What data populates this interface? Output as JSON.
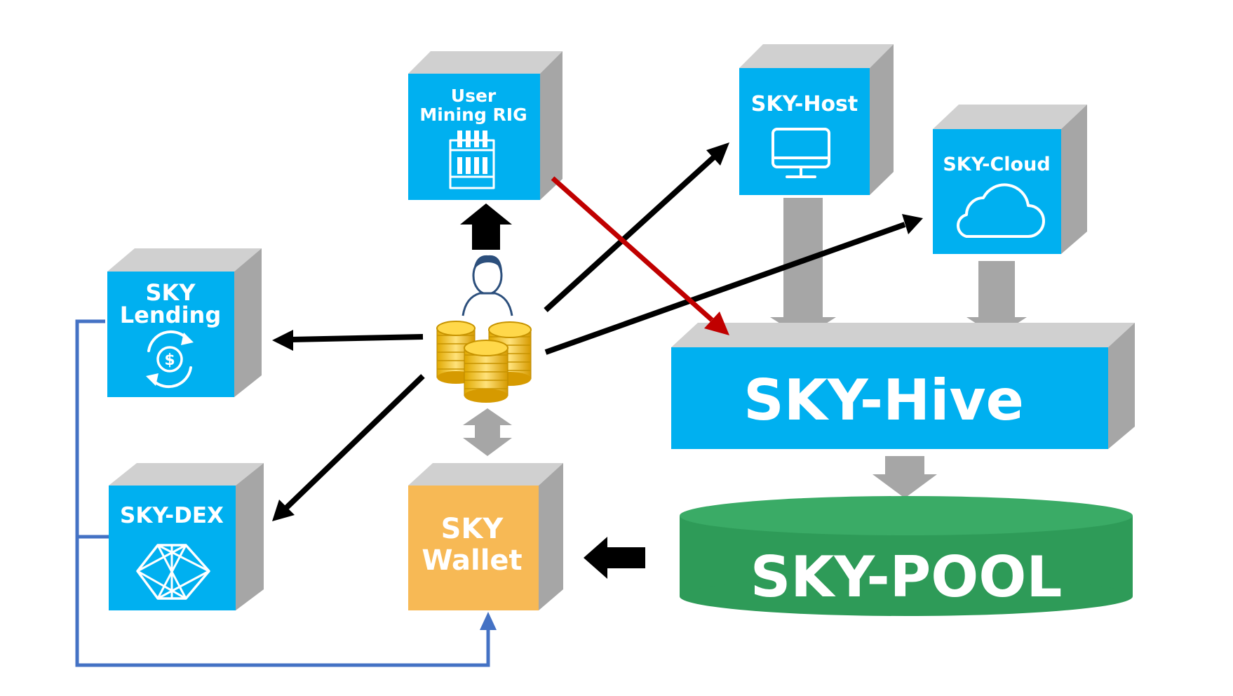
{
  "boxes": {
    "mining_rig": {
      "line1": "User",
      "line2": "Mining RIG",
      "icon": "mining-rig-icon",
      "color": "#00b0f0"
    },
    "host": {
      "label": "SKY-Host",
      "icon": "monitor-icon",
      "color": "#00b0f0"
    },
    "cloud": {
      "label": "SKY-Cloud",
      "icon": "cloud-icon",
      "color": "#00b0f0"
    },
    "lending": {
      "line1": "SKY",
      "line2": "Lending",
      "icon": "dollar-cycle-icon",
      "color": "#00b0f0"
    },
    "dex": {
      "label": "SKY-DEX",
      "icon": "hexagon-network-icon",
      "color": "#00b0f0"
    },
    "wallet": {
      "line1": "SKY",
      "line2": "Wallet",
      "color": "#f7b955"
    },
    "hive": {
      "label": "SKY-Hive",
      "color": "#00b0f0"
    },
    "pool": {
      "label": "SKY-POOL",
      "color": "#2e9b58"
    }
  },
  "center": {
    "icons": [
      "user-icon",
      "coin-stacks-icon"
    ]
  },
  "colors": {
    "side": "#a6a6a6",
    "top": "#d0d0d0",
    "arrow_black": "#000000",
    "arrow_red": "#c00000",
    "arrow_gray": "#a6a6a6",
    "line_blue": "#4472c4"
  }
}
